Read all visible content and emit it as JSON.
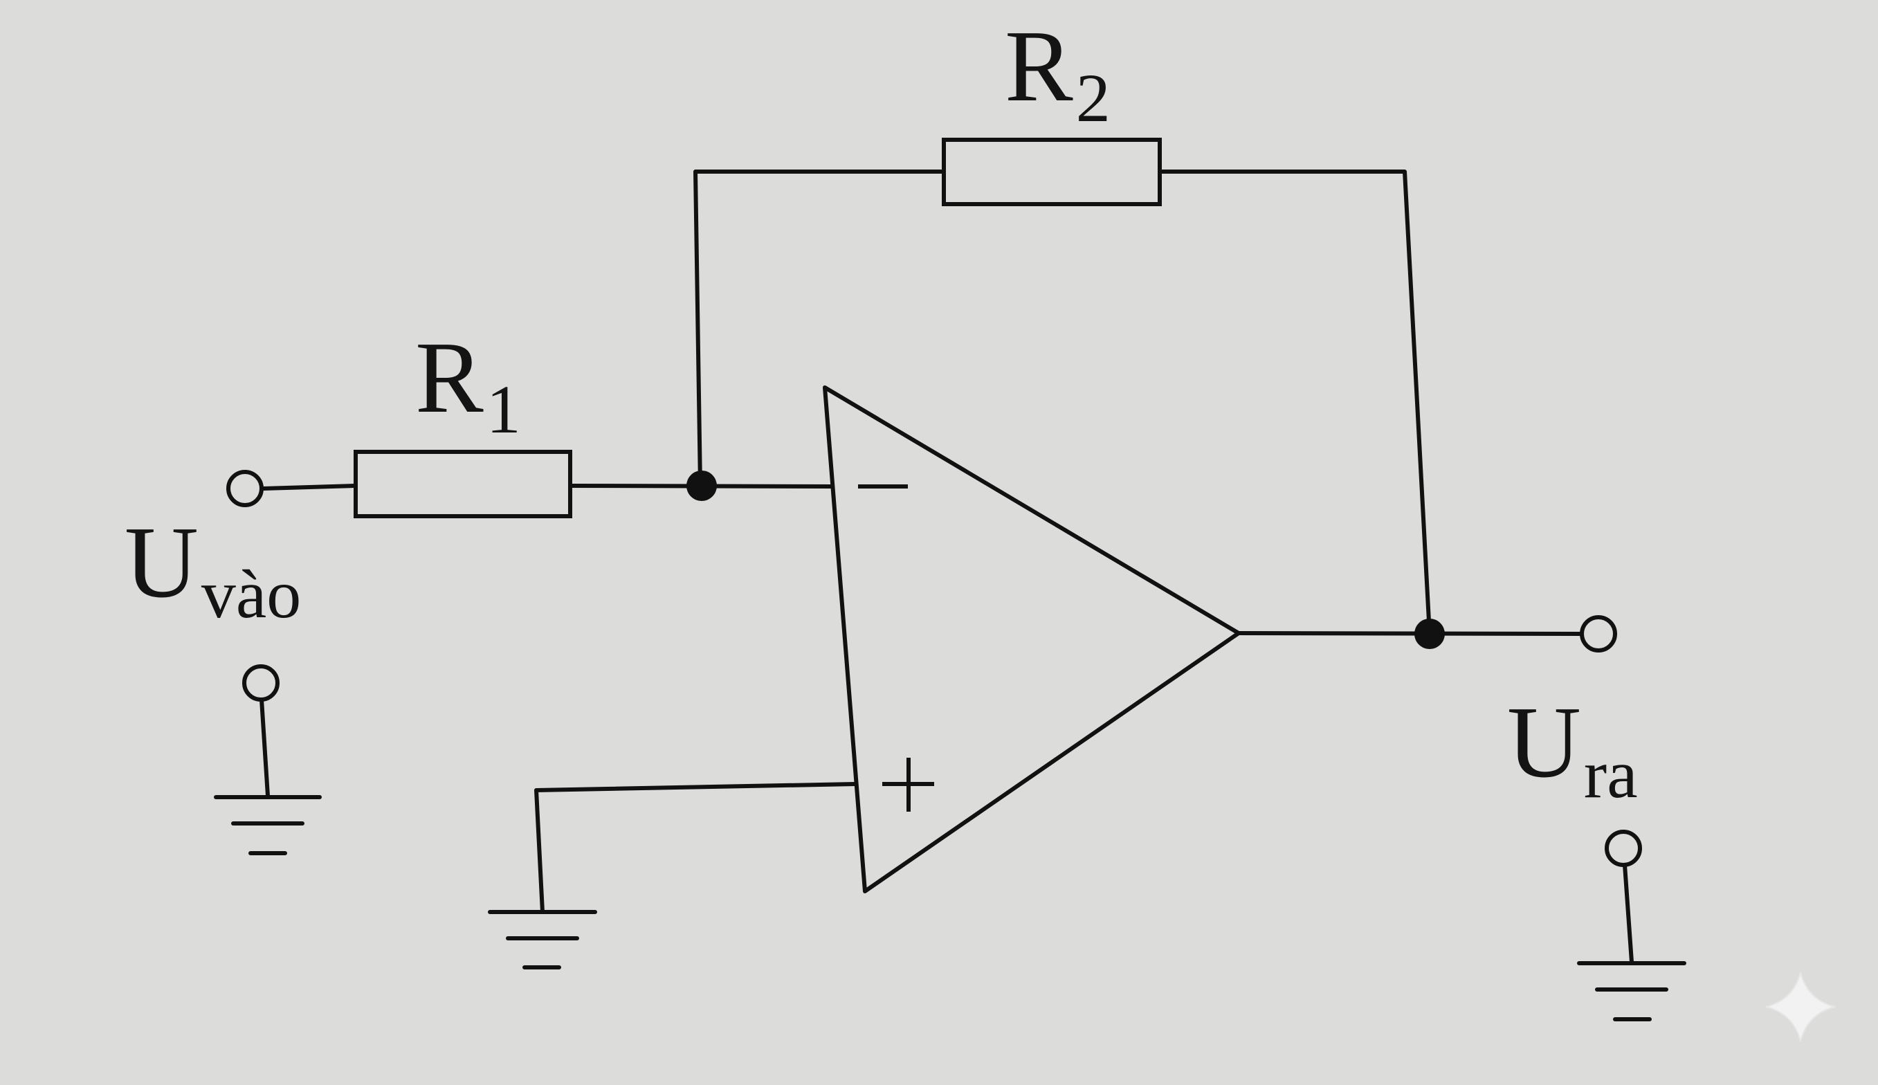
{
  "labels": {
    "r1": {
      "main": "R",
      "sub": "1"
    },
    "r2": {
      "main": "R",
      "sub": "2"
    },
    "input": {
      "main": "U",
      "sub": "vào"
    },
    "output": {
      "main": "U",
      "sub": "ra"
    }
  },
  "opamp": {
    "inverting_sign": "−",
    "noninverting_sign": "+"
  },
  "colors": {
    "background": "#dcdcdb",
    "ink": "#111111"
  }
}
